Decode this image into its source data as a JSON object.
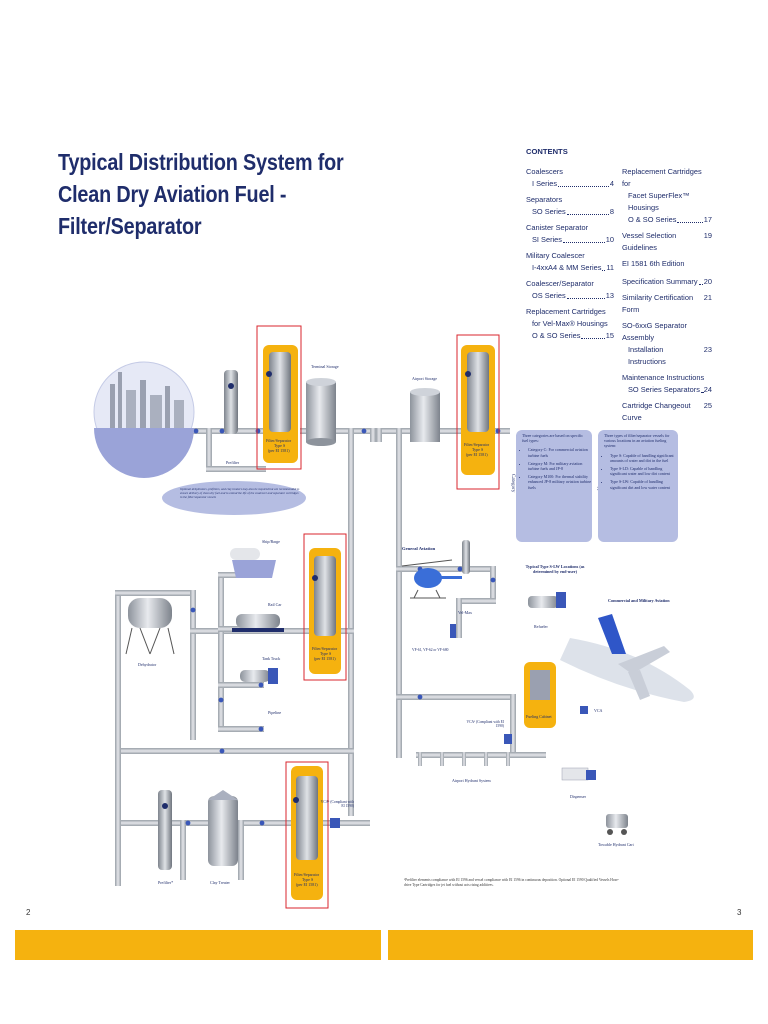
{
  "title": "Typical Distribution System for Clean Dry  Aviation Fuel - Filter/Separator",
  "contents": {
    "heading": "CONTENTS",
    "left": [
      {
        "title": "Coalescers",
        "sub": "I Series",
        "page": "4"
      },
      {
        "title": "Separators",
        "sub": "SO Series",
        "page": "8"
      },
      {
        "title": "Canister Separator",
        "sub": "SI Series",
        "page": "10"
      },
      {
        "title": "Military Coalescer",
        "sub": "I-4xxA4 & MM Series",
        "page": "11"
      },
      {
        "title": "Coalescer/Separator",
        "sub": "OS Series",
        "page": "13"
      },
      {
        "title": "Replacement Cartridges",
        "sub2": "for Vel-Max® Housings",
        "sub": "O & SO Series",
        "page": "15"
      }
    ],
    "right": [
      {
        "title": "Replacement Cartridges for",
        "sub2": "Facet SuperFlex™ Housings",
        "sub": "O & SO Series",
        "page": "17"
      },
      {
        "title": "Vessel Selection Guidelines",
        "page": "19"
      },
      {
        "title": "EI 1581 6th Edition",
        "sub": "Specification Summary",
        "page": "20",
        "flat": true
      },
      {
        "title": "Similarity Certification Form",
        "page": "21"
      },
      {
        "title": "SO-6xxG Separator Assembly",
        "sub": "Installation Instructions",
        "page": "23"
      },
      {
        "title": "Maintenance Instructions",
        "sub": "SO Series Separators",
        "page": "24"
      },
      {
        "title": "Cartridge Changeout Curve",
        "page": "25"
      }
    ]
  },
  "labels": {
    "refinery_prefilter": "Prefilter",
    "fs_type": "Filter/Separator",
    "fs_type2": "Type S",
    "fs_type3": "(per EI 1581)",
    "terminal_storage": "Terminal Storage",
    "airport_storage": "Airport Storage",
    "optional_note": "Optional dehydrators, prefilters, and clay treaters may also be required but are recommended to ensure delivery of clean dry fuel and to extend the life of the coalescer and separator cartridges in the filter/separator vessels",
    "ship_barge": "Ship/Barge",
    "rail_car": "Rail Car",
    "tank_truck": "Tank Truck",
    "pipeline": "Pipeline",
    "dehydrator": "Dehydrator",
    "prefilter2": "Prefilter*",
    "clay_treater": "Clay Treater",
    "vca_left": "VCA¹ (Compliant with EI 1590)",
    "general_aviation": "General Aviation",
    "vel_max": "Vel-Max",
    "vf_series": "VF-61, VF-62 or VF-680",
    "typical_locations": "Typical Type S-LW Locations (as determined by end-user)",
    "refueler": "Refueler",
    "commercial_military": "Commercial and Military Aviation",
    "fueling_cabinet": "Fueling Cabinet",
    "vca_right": "VCA¹ (Compliant with EI 1590)",
    "airport_hydrant": "Airport Hydrant System",
    "dispenser": "Dispenser",
    "towable_cart": "Towable Hydrant Cart",
    "category_side": "Category",
    "type_side": "Type",
    "vca_small": "VCA"
  },
  "category_box": {
    "intro": "Three categories are based on specific fuel types:",
    "items": [
      "Category C: For commercial aviation turbine fuels",
      "Category M: For military aviation turbine fuels and JP-8",
      "Category M100: For thermal stability enhanced JP-8 military aviation turbine fuels"
    ]
  },
  "type_box": {
    "intro": "Three types of filter/separator vessels for various locations in an aviation fueling system:",
    "items": [
      "Type S: Capable of handling significant amounts of water and dirt in the fuel",
      "Type S-LD: Capable of handling significant water and low dirt content",
      "Type S-LW: Capable of handling significant dirt and low water content"
    ]
  },
  "footnote": "¹Prefilter elements compliance with EI 1596 and vessel compliance with EI 1596 in continuous deposition. Optional EI 1590 Qualified Vessels Hose-drive Type Cartridges for jet fuel without acts rising additives.",
  "page_left": "2",
  "page_right": "3",
  "colors": {
    "navy": "#1f2d6b",
    "yellow": "#f5b20f",
    "pipe": "#b8bcc4",
    "lavender": "#b5bde2",
    "highlight_red": "#d9262d"
  }
}
